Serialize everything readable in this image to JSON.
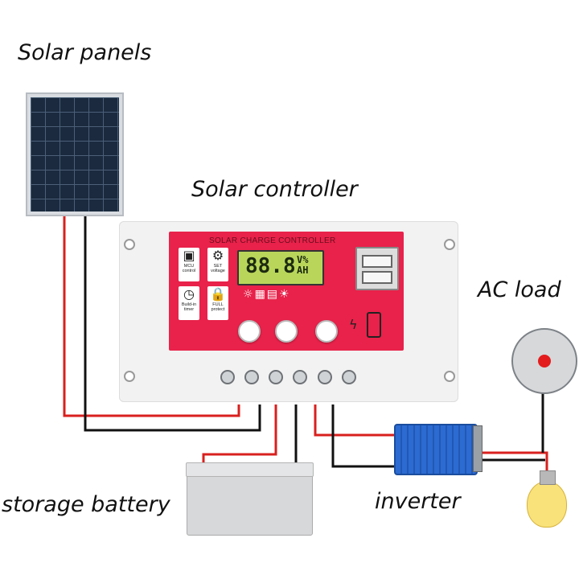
{
  "labels": {
    "solar_panels": "Solar panels",
    "solar_controller": "Solar controller",
    "ac_load": "AC load",
    "storage_battery": "storage battery",
    "inverter": "inverter"
  },
  "controller": {
    "face_title": "SOLAR CHARGE CONTROLLER",
    "lcd_digits": "88.8",
    "lcd_unit_top": "V%",
    "lcd_unit_bottom": "AH",
    "keys": {
      "mcu": "MCU control",
      "set": "SET voltage",
      "timer": "Build-in timer",
      "protect": "FULL protect"
    }
  },
  "colors": {
    "controller_face": "#e8224a",
    "wire_positive": "#d8201e",
    "wire_negative": "#111111"
  }
}
